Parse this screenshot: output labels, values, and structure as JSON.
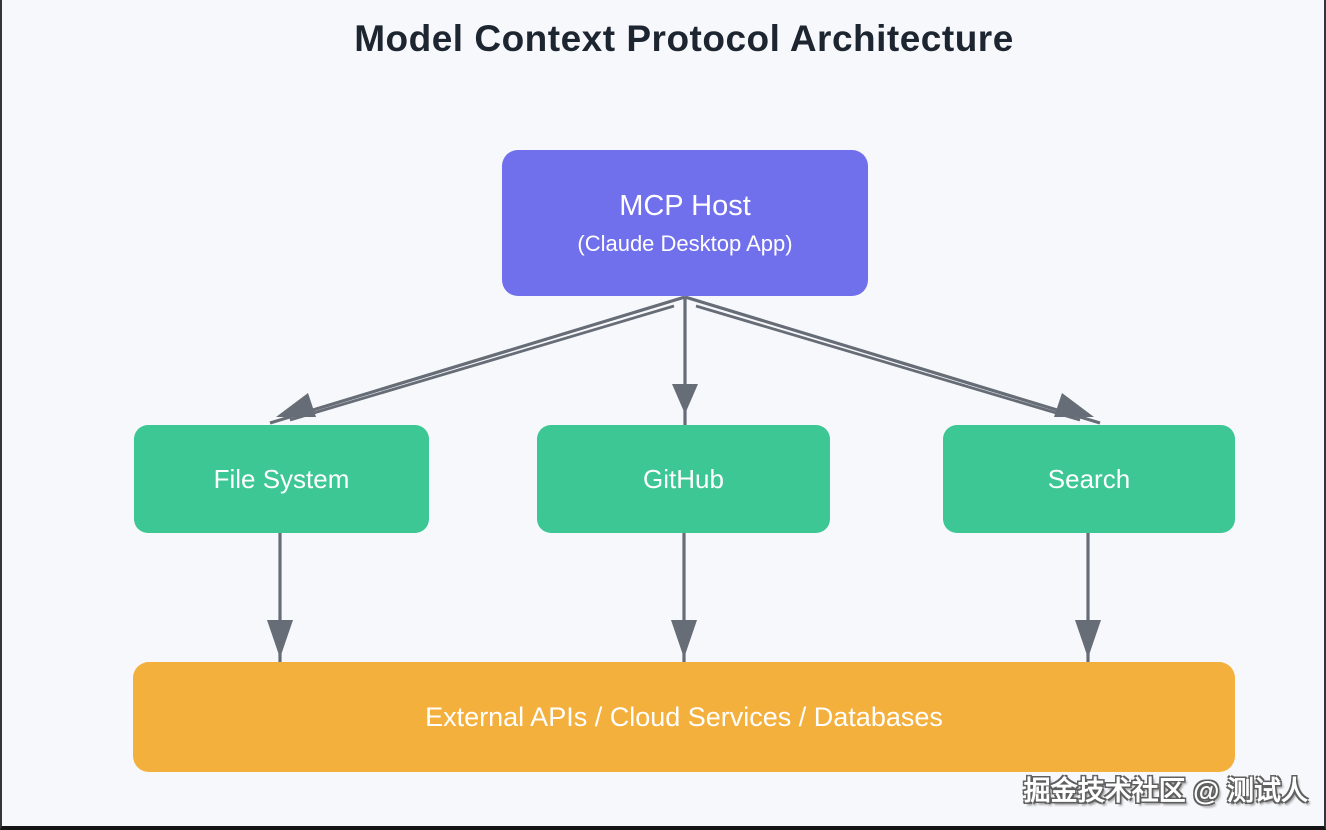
{
  "title": "Model Context Protocol Architecture",
  "watermark": "掘金技术社区 @ 测试人",
  "diagram": {
    "nodes": {
      "host": {
        "label": "MCP Host",
        "sublabel": "(Claude Desktop App)"
      },
      "file_system": {
        "label": "File System"
      },
      "github": {
        "label": "GitHub"
      },
      "search": {
        "label": "Search"
      },
      "external": {
        "label": "External APIs / Cloud Services / Databases"
      }
    },
    "edges": [
      {
        "from": "host",
        "to": "file_system"
      },
      {
        "from": "host",
        "to": "github"
      },
      {
        "from": "host",
        "to": "search"
      },
      {
        "from": "file_system",
        "to": "external"
      },
      {
        "from": "github",
        "to": "external"
      },
      {
        "from": "search",
        "to": "external"
      }
    ]
  },
  "colors": {
    "background": "#f7f8fb",
    "title_text": "#1d2530",
    "arrow": "#676d77",
    "host_fill": "#7170ec",
    "service_fill": "#3cc795",
    "external_fill": "#f4b03d",
    "node_text": "#ffffff"
  }
}
